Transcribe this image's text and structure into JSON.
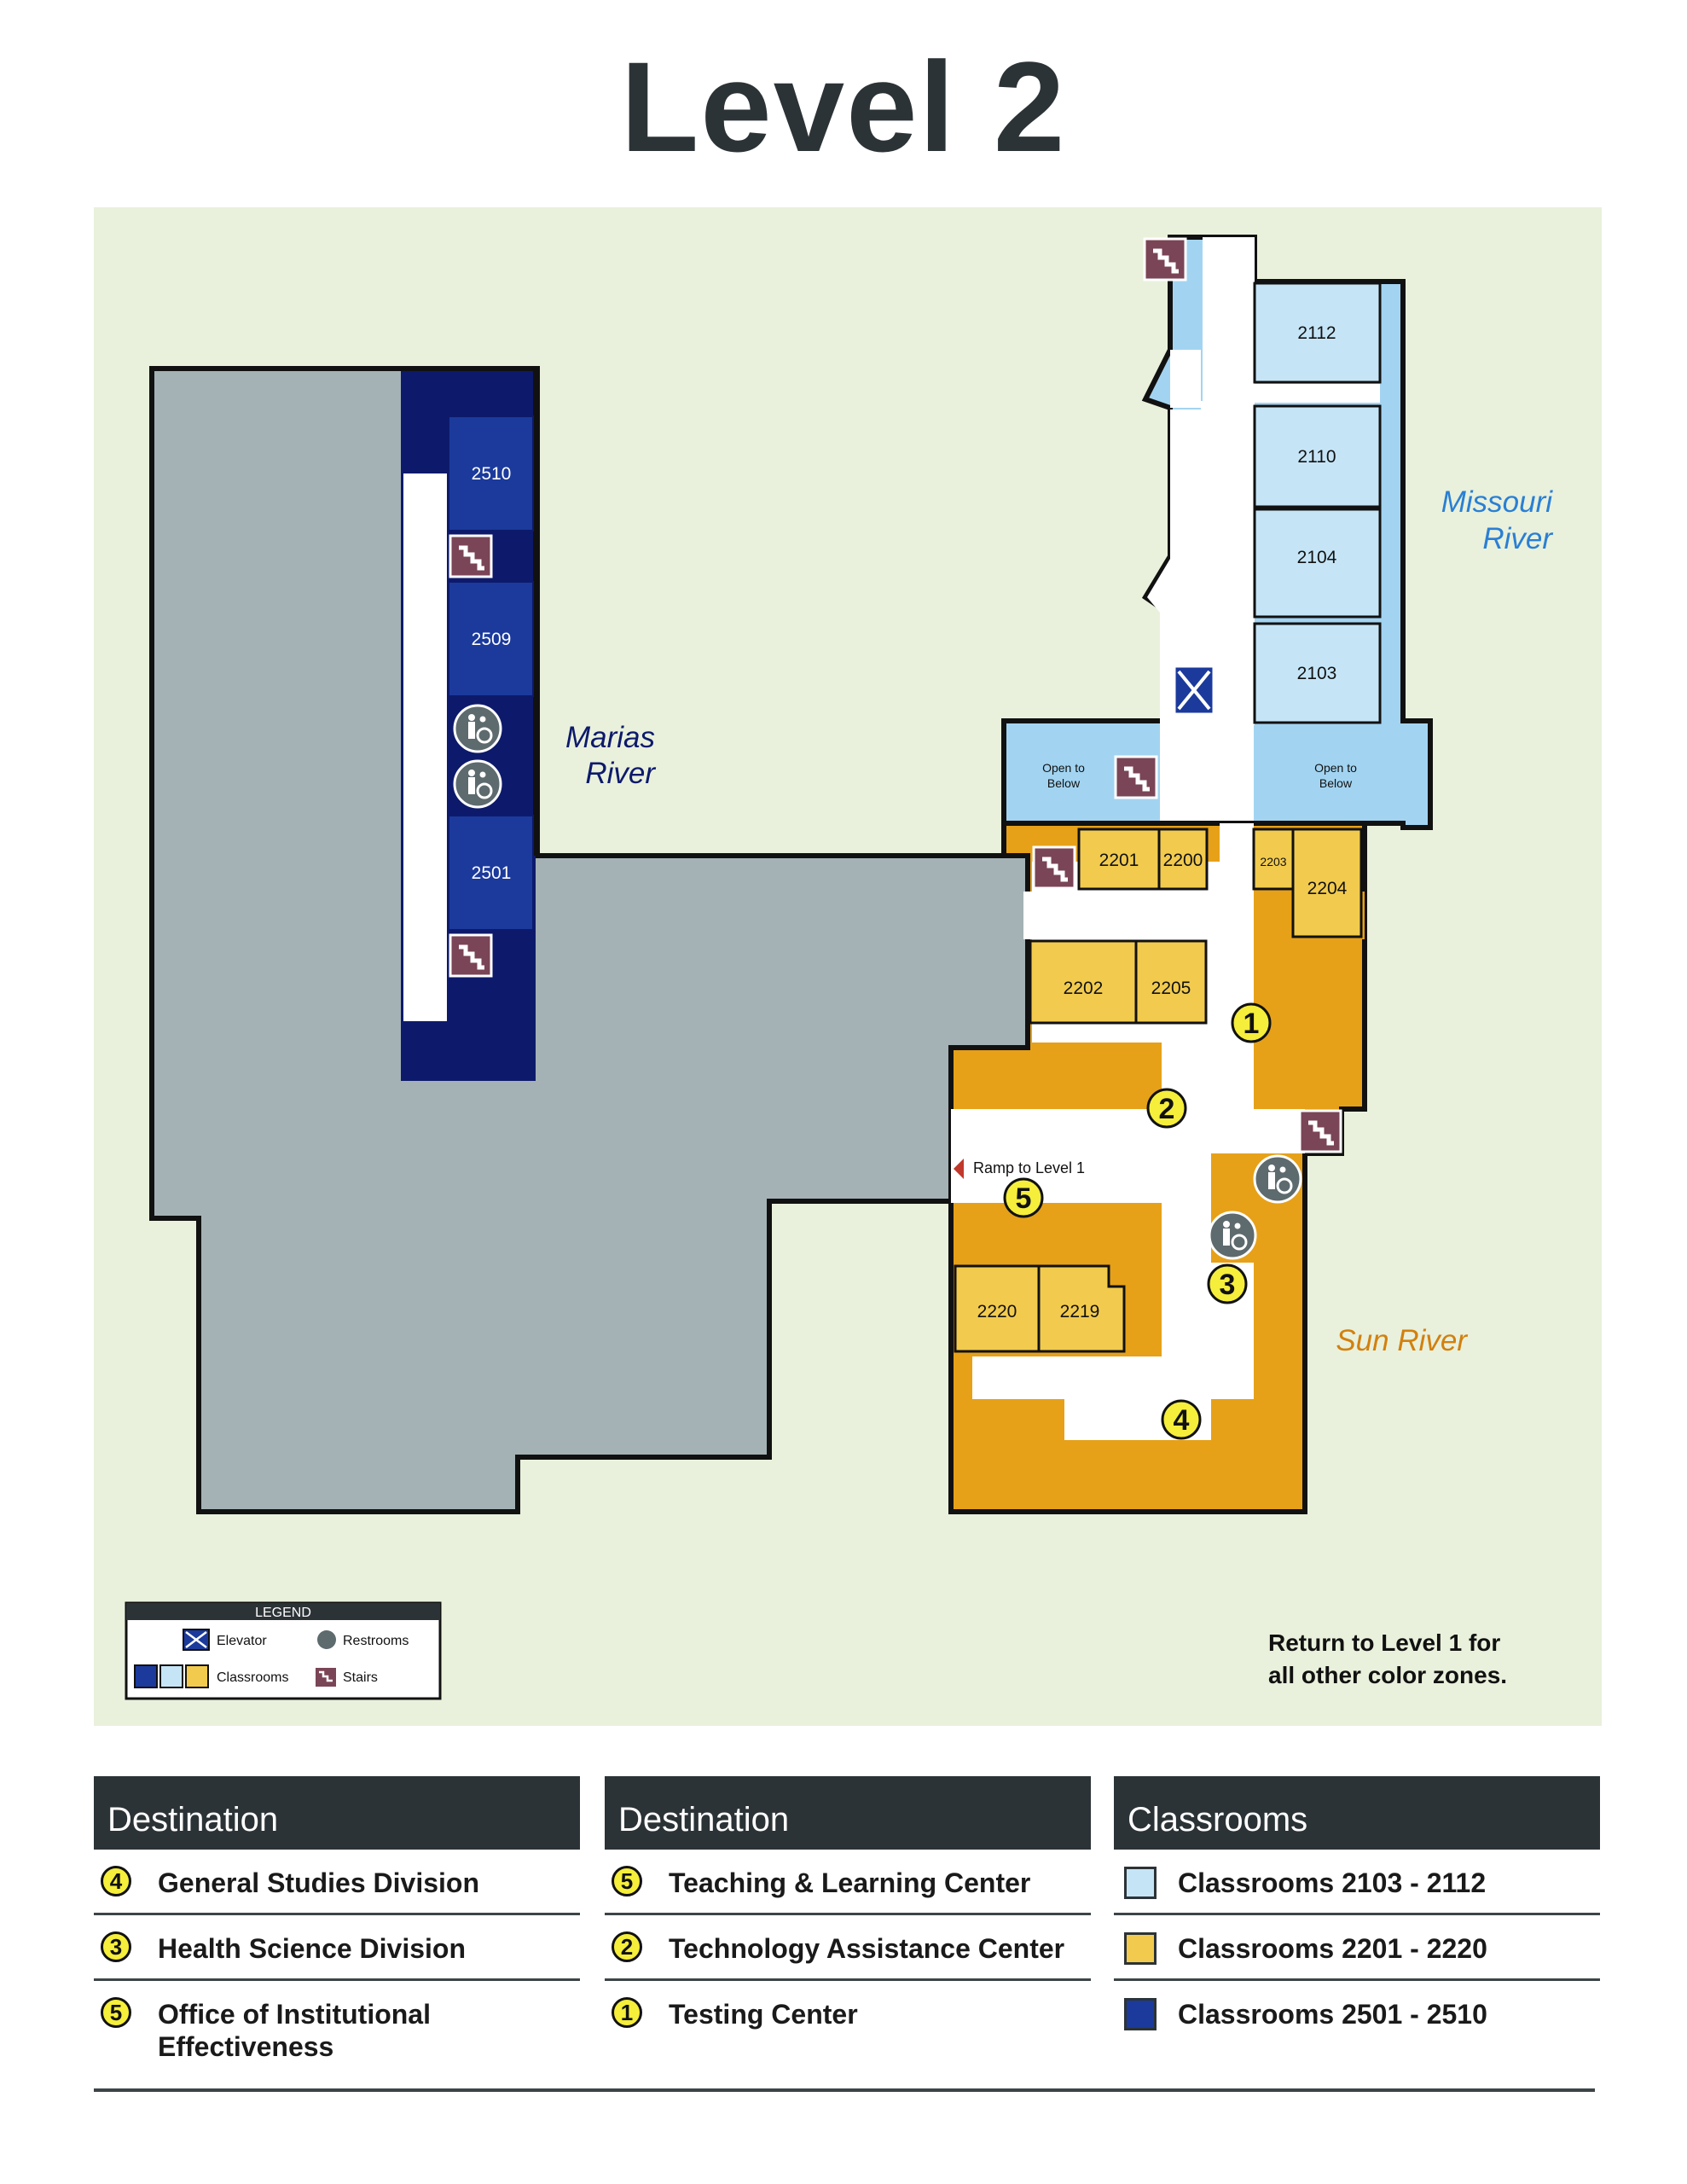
{
  "title": "Level 2",
  "colors": {
    "background": "#e9f1dc",
    "gray_building": "#a4b2b5",
    "navy": "#0d1a6b",
    "navy_room": "#1b3a9c",
    "light_blue": "#a2d4f1",
    "light_blue_room": "#c5e5f7",
    "orange": "#e6a119",
    "orange_room": "#f2cb4e",
    "stairs": "#7a4556",
    "marker_yellow": "#f5ee3b"
  },
  "zones": {
    "marias": "Marias River",
    "missouri": "Missouri River",
    "sun": "Sun River"
  },
  "zone_lines": {
    "marias": [
      "Marias",
      "River"
    ],
    "missouri": [
      "Missouri",
      "River"
    ],
    "sun": [
      "Sun River"
    ]
  },
  "rooms": {
    "r2510": "2510",
    "r2509": "2509",
    "r2501": "2501",
    "r2112": "2112",
    "r2110": "2110",
    "r2104": "2104",
    "r2103": "2103",
    "r2201": "2201",
    "r2200": "2200",
    "r2203": "2203",
    "r2204": "2204",
    "r2202": "2202",
    "r2205": "2205",
    "r2220": "2220",
    "r2219": "2219"
  },
  "open_below": [
    "Open to",
    "Below"
  ],
  "ramp_label": "Ramp to Level 1",
  "markers": [
    "1",
    "2",
    "3",
    "4",
    "5"
  ],
  "legend": {
    "title": "LEGEND",
    "elevator": "Elevator",
    "restrooms": "Restrooms",
    "classrooms": "Classrooms",
    "stairs": "Stairs"
  },
  "return_note": [
    "Return to Level 1 for",
    "all other color zones."
  ],
  "icons": [
    "stairs-icon",
    "elevator-icon",
    "restroom-icon",
    "ramp-arrow-icon"
  ],
  "table": {
    "col1": {
      "header": "Destination",
      "rows": [
        {
          "num": "4",
          "label": "General Studies Division"
        },
        {
          "num": "3",
          "label": "Health Science Division"
        },
        {
          "num": "5",
          "label": "Office of Institutional Effectiveness"
        }
      ]
    },
    "col2": {
      "header": "Destination",
      "rows": [
        {
          "num": "5",
          "label": "Teaching & Learning Center"
        },
        {
          "num": "2",
          "label": "Technology Assistance Center"
        },
        {
          "num": "1",
          "label": "Testing Center"
        }
      ]
    },
    "col3": {
      "header": "Classrooms",
      "rows": [
        {
          "label": "Classrooms 2103 - 2112"
        },
        {
          "label": "Classrooms 2201 - 2220"
        },
        {
          "label": "Classrooms 2501 - 2510"
        }
      ]
    }
  }
}
